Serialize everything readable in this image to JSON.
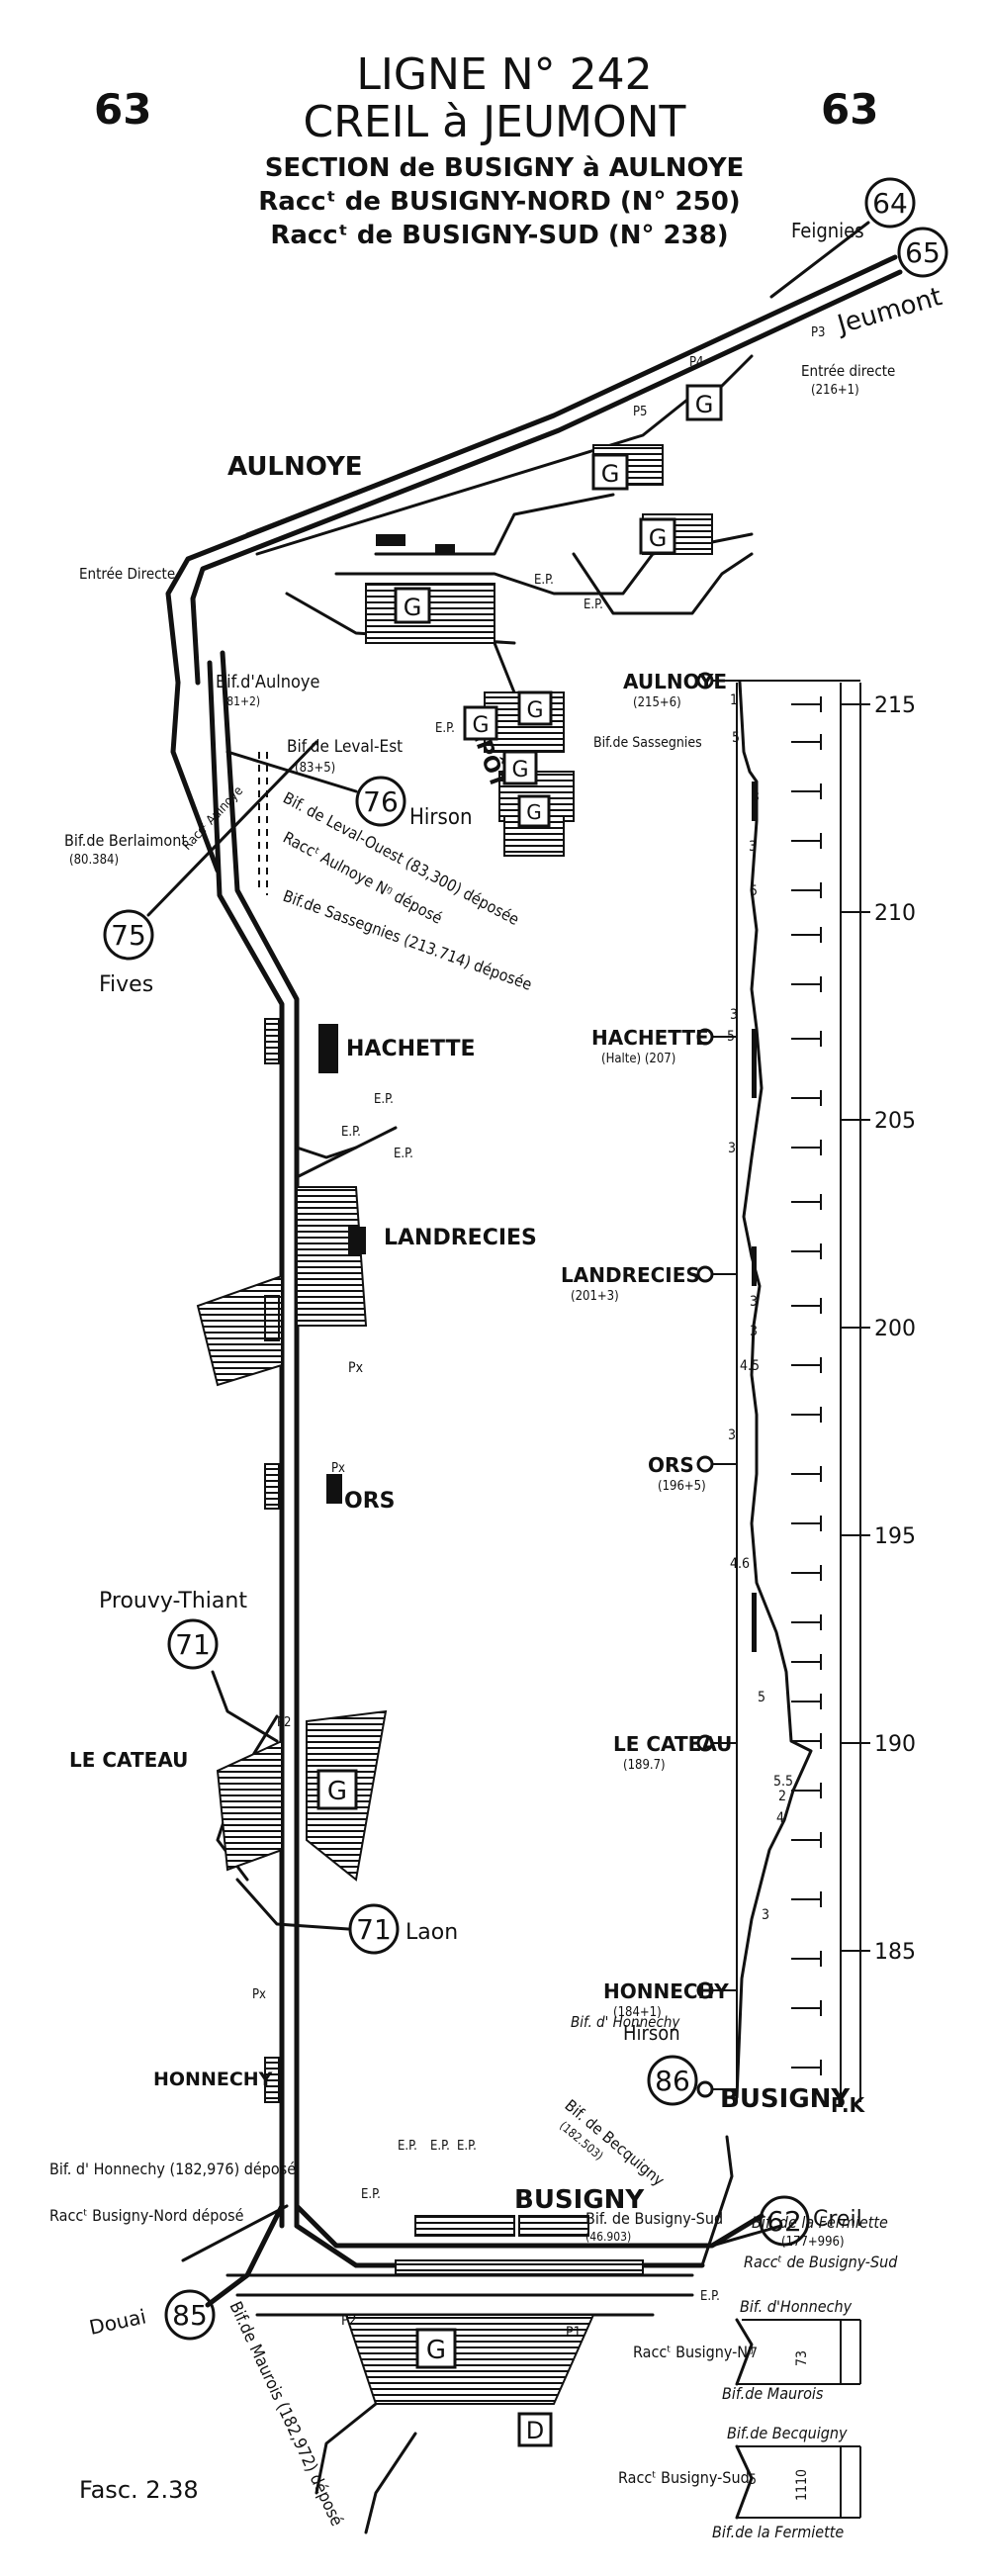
{
  "header": {
    "page_left": "63",
    "page_right": "63",
    "title_line1": "LIGNE N° 242",
    "title_line2": "CREIL à JEUMONT",
    "subtitle1": "SECTION de BUSIGNY à AULNOYE",
    "subtitle2": "Raccᵗ de BUSIGNY-NORD (N° 250)",
    "subtitle3": "Raccᵗ de BUSIGNY-SUD (N° 238)"
  },
  "footer": {
    "fascicle": "Fasc. 2.38"
  },
  "connections": [
    {
      "num": "64",
      "label": "Feignies"
    },
    {
      "num": "65",
      "label": "Jeumont"
    },
    {
      "num": "76",
      "label": "Hirson"
    },
    {
      "num": "75",
      "label": "Fives"
    },
    {
      "num": "71",
      "label": "Prouvy-Thiant"
    },
    {
      "num": "71",
      "label": "Laon"
    },
    {
      "num": "86",
      "label": "Hirson"
    },
    {
      "num": "62",
      "label": "Creil"
    },
    {
      "num": "85",
      "label": "Douai"
    }
  ],
  "map_labels": {
    "aulnoye": "AULNOYE",
    "entree_directe_left": "Entrée Directe",
    "entree_directe_right": "Entrée directe",
    "entree_directe_right_pk": "(216+1)",
    "bif_aulnoye": "Bif.d'Aulnoye",
    "bif_aulnoye_pk": "(81+2)",
    "bif_leval_est": "Bif.de Leval-Est",
    "bif_leval_est_pk": "(83+5)",
    "bif_leval_ouest": "Bif. de Leval-Ouest (83,300) déposée",
    "racc_aulnoye_nord": "Raccᵗ Aulnoye Nᵑ déposé",
    "bif_sassegnies_dep": "Bif.de Sassegnies (213.714) déposée",
    "bif_berlaimont": "Bif.de Berlaimont",
    "bif_berlaimont_pk": "(80.384)",
    "racc_aulnoye_oblique": "Raccᵗ Aulnoye",
    "depot": "DÉPÔT",
    "hachette": "HACHETTE",
    "landrecies": "LANDRECIES",
    "ors": "ORS",
    "le_cateau": "LE CATEAU",
    "honnechy": "HONNECHY",
    "busigny": "BUSIGNY",
    "bif_busigny_sud": "Bif. de Busigny-Sud",
    "bif_busigny_sud_pk": "(46.903)",
    "bif_becquigny_oblique": "Bif. de Becquigny",
    "bif_becquigny_oblique_pk": "(182.503)",
    "bif_honnechy_dep": "Bif. d' Honnechy (182,976) déposé",
    "racc_busigny_nord_dep": "Raccᵗ Busigny-Nord déposé",
    "bif_maurois_dep": "Bif.de Maurois (182,972) déposé",
    "ep": "E.P.",
    "px": "Px",
    "p1": "P1",
    "p2": "P2",
    "p3": "P3",
    "p4": "P4",
    "p5": "P5",
    "g": "G",
    "d": "D"
  },
  "profile": {
    "km_ticks": [
      "215",
      "210",
      "205",
      "200",
      "195",
      "190",
      "185"
    ],
    "pk_header": "P.K",
    "stations": [
      {
        "name": "AULNOYE",
        "pk": "(215+6)"
      },
      {
        "name": "HACHETTE",
        "pk": "(Halte) (207)"
      },
      {
        "name": "LANDRECIES",
        "pk": "(201+3)"
      },
      {
        "name": "ORS",
        "pk": "(196+5)"
      },
      {
        "name": "LE CATEAU",
        "pk": "(189.7)"
      },
      {
        "name": "HONNECHY",
        "pk": "(184+1)"
      },
      {
        "name": "BUSIGNY",
        "pk": ""
      }
    ],
    "notes": {
      "bif_sassegnies": "Bif.de Sassegnies",
      "bif_honnechy": "Bif. d' Honnechy",
      "bif_fermiette": "Bif. de la Fermiette",
      "bif_fermiette_pk": "(177+996)",
      "racc_busigny_sud": "Raccᵗ de Busigny-Sud"
    },
    "gradients": [
      "1",
      "5",
      "3",
      "3",
      "5",
      "3",
      "5",
      "3",
      "3",
      "3",
      "4.5",
      "3",
      "4.6",
      "5",
      "5.5",
      "2",
      "4",
      "3"
    ]
  },
  "insets": {
    "inset1": {
      "top": "Bif. d'Honnechy",
      "left": "Raccᵗ Busigny-Nᵑ",
      "pk": "7",
      "value": "73",
      "bottom": "Bif.de Maurois"
    },
    "inset2": {
      "top": "Bif.de Becquigny",
      "left": "Raccᵗ Busigny-Sud",
      "pk": "5",
      "value": "1110",
      "bottom": "Bif.de la Fermiette"
    }
  }
}
